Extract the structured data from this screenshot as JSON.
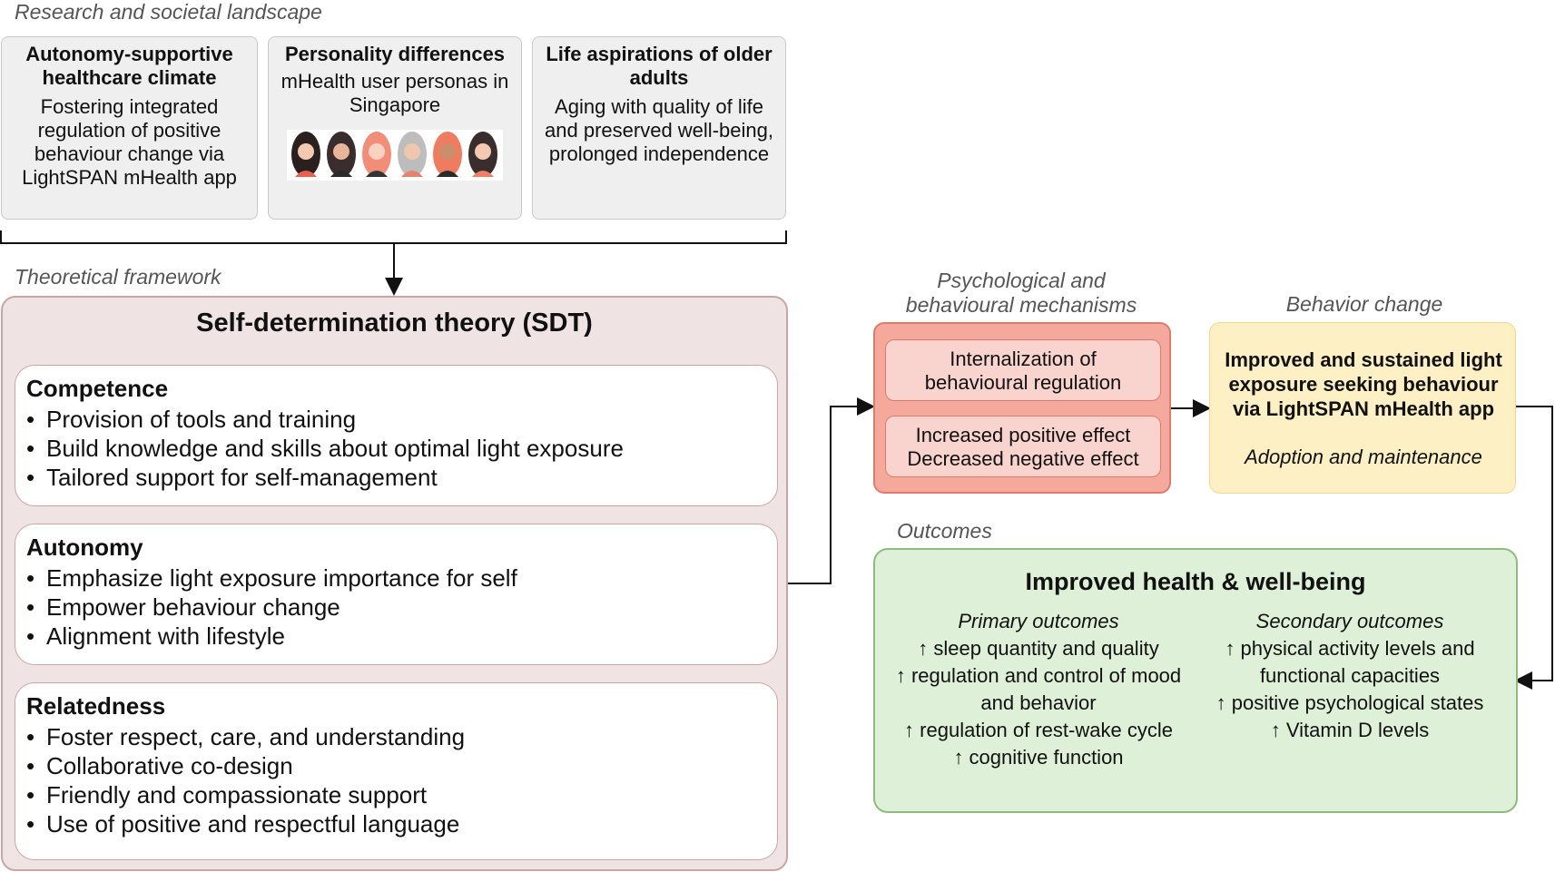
{
  "landscape": {
    "section_label": "Research and societal landscape",
    "boxes": [
      {
        "title": "Autonomy-supportive healthcare climate",
        "body": "Fostering integrated regulation of positive behaviour change via LightSPAN mHealth app"
      },
      {
        "title": "Personality differences",
        "body": "mHealth user personas in Singapore"
      },
      {
        "title": "Life aspirations of older adults",
        "body": "Aging with quality of life and preserved well-being, prolonged independence"
      }
    ]
  },
  "framework": {
    "section_label": "Theoretical framework",
    "title": "Self-determination theory (SDT)",
    "cards": [
      {
        "heading": "Competence",
        "items": [
          "Provision of tools and training",
          "Build knowledge and skills about optimal light exposure",
          "Tailored support for self-management"
        ]
      },
      {
        "heading": "Autonomy",
        "items": [
          "Emphasize light exposure importance for self",
          "Empower behaviour change",
          "Alignment with lifestyle"
        ]
      },
      {
        "heading": "Relatedness",
        "items": [
          "Foster respect, care, and understanding",
          "Collaborative co-design",
          "Friendly and compassionate support",
          "Use of positive and respectful language"
        ]
      }
    ]
  },
  "mechanisms": {
    "section_label": "Psychological and behavioural mechanisms",
    "items": [
      "Internalization of behavioural regulation",
      "Increased positive effect Decreased negative effect"
    ]
  },
  "behavior": {
    "section_label": "Behavior change",
    "title": "Improved and sustained light exposure seeking behaviour via LightSPAN mHealth app",
    "subtitle": "Adoption and maintenance"
  },
  "outcomes": {
    "section_label": "Outcomes",
    "title": "Improved health & well-being",
    "primary": {
      "heading": "Primary outcomes",
      "items": [
        "↑ sleep quantity and quality",
        "↑ regulation and control of mood and behavior",
        "↑ regulation of rest-wake cycle",
        "↑ cognitive function"
      ]
    },
    "secondary": {
      "heading": "Secondary outcomes",
      "items": [
        "↑ physical activity levels and functional capacities",
        "↑ positive psychological states",
        "↑ Vitamin D levels"
      ]
    }
  },
  "colors": {
    "sdt_bg": "#f0e3e3",
    "mech_bg": "#f4a99c",
    "behavior_bg": "#fdf0c4",
    "outcome_bg": "#dff0d8"
  }
}
